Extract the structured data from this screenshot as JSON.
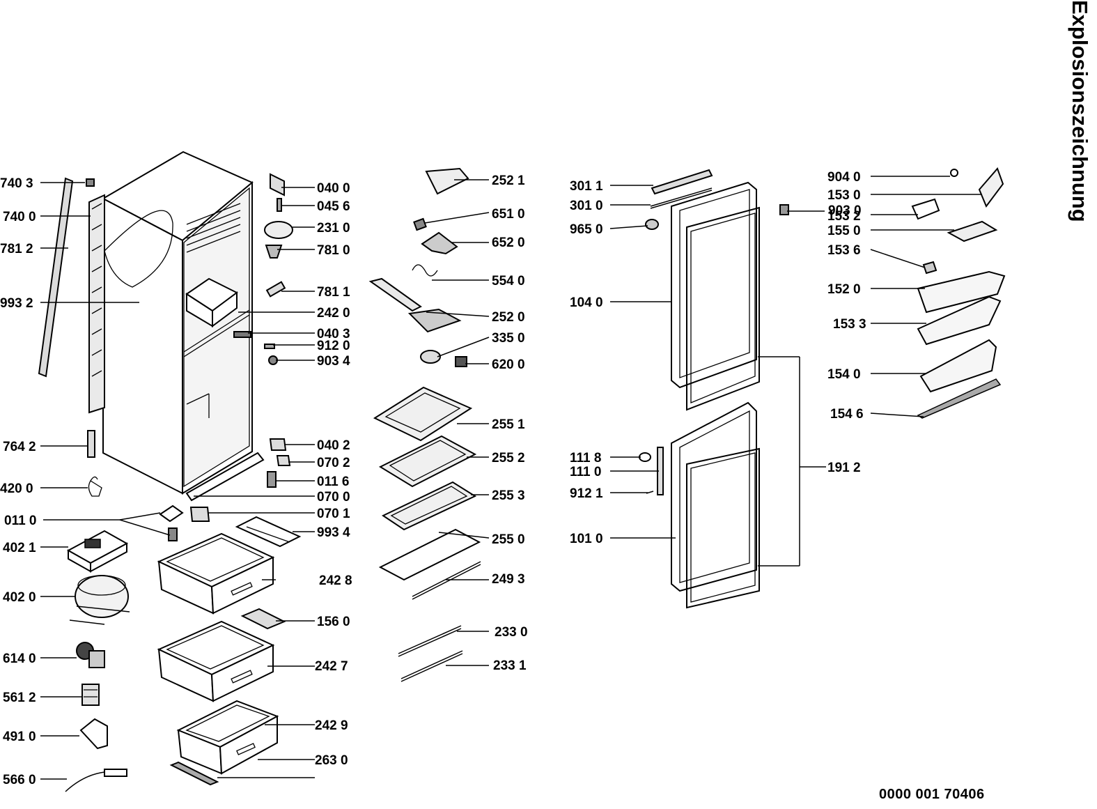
{
  "title": "Explosionszeichnung",
  "document_number": "0000 001 70406",
  "callouts": {
    "c7403": "740 3",
    "c7400": "740 0",
    "c7812": "781 2",
    "c9932": "993 2",
    "c7642": "764 2",
    "c4200": "420 0",
    "c0110": "011 0",
    "c4021": "402 1",
    "c4020": "402 0",
    "c6140": "614 0",
    "c5612": "561 2",
    "c4910": "491 0",
    "c5660": "566 0",
    "c0400": "040 0",
    "c0456": "045 6",
    "c2310": "231 0",
    "c7810": "781 0",
    "c7811": "781 1",
    "c2420": "242 0",
    "c0403": "040 3",
    "c9120": "912 0",
    "c9034": "903 4",
    "c0402": "040 2",
    "c0702": "070 2",
    "c0116": "011 6",
    "c0700": "070 0",
    "c0701": "070 1",
    "c9934": "993 4",
    "c2428": "242 8",
    "c1560": "156 0",
    "c2427": "242 7",
    "c2429": "242 9",
    "c2630": "263 0",
    "c2521": "252 1",
    "c6510": "651 0",
    "c6520": "652 0",
    "c5540": "554 0",
    "c2520": "252 0",
    "c3350": "335 0",
    "c6200": "620 0",
    "c2551": "255 1",
    "c2552": "255 2",
    "c2553": "255 3",
    "c2550": "255 0",
    "c2493": "249 3",
    "c2330": "233 0",
    "c2331": "233 1",
    "c3011": "301 1",
    "c3010": "301 0",
    "c9650": "965 0",
    "c1040": "104 0",
    "c1118": "111 8",
    "c1110": "111 0",
    "c9121": "912 1",
    "c1010": "101 0",
    "c9040": "904 0",
    "c1530": "153 0",
    "c1532": "153 2",
    "c9030": "903 0",
    "c1550": "155 0",
    "c1536": "153 6",
    "c1520": "152 0",
    "c1533": "153 3",
    "c1540": "154 0",
    "c1546": "154 6",
    "c1912": "191 2"
  }
}
